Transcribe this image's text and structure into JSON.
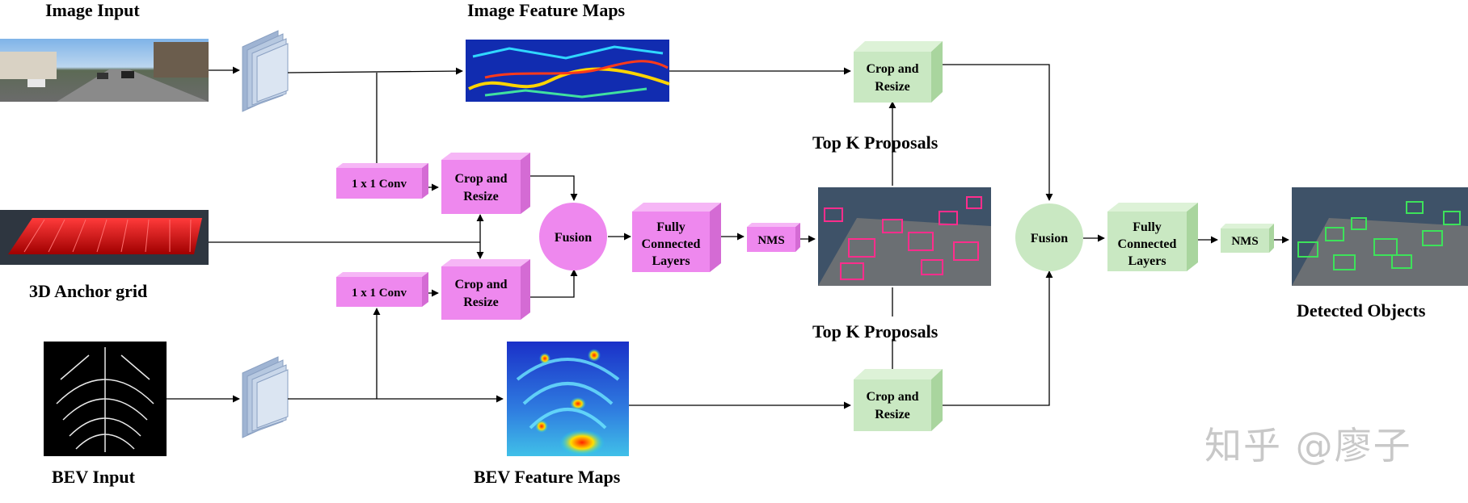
{
  "inputs": {
    "image_input": "Image Input",
    "anchor_grid": "3D Anchor grid",
    "bev_input": "BEV Input"
  },
  "feature_maps": {
    "image": "Image Feature Maps",
    "bev": "BEV Feature Maps"
  },
  "stage1": {
    "conv_top": "1 x 1 Conv",
    "conv_bottom": "1 x 1 Conv",
    "crop_top": [
      "Crop and",
      "Resize"
    ],
    "crop_bottom": [
      "Crop and",
      "Resize"
    ],
    "fusion": "Fusion",
    "fc": [
      "Fully",
      "Connected",
      "Layers"
    ],
    "nms": "NMS"
  },
  "proposals": {
    "top": "Top K Proposals",
    "bottom": "Top K Proposals"
  },
  "stage2": {
    "crop_top": [
      "Crop and",
      "Resize"
    ],
    "crop_bottom": [
      "Crop and",
      "Resize"
    ],
    "fusion": "Fusion",
    "fc": [
      "Fully",
      "Connected",
      "Layers"
    ],
    "nms": "NMS"
  },
  "output": {
    "detected": "Detected Objects"
  },
  "watermark": "知乎 @廖子",
  "colors": {
    "stage1_box": "#ee88ee",
    "stage1_box_top": "#f6b6f6",
    "stage1_box_side": "#d46bd4",
    "stage2_box": "#c9e8c2",
    "stage2_box_top": "#ddf2d7",
    "stage2_box_side": "#a9d59e",
    "cnn": "#b6c8e0",
    "arrow": "#000000"
  }
}
